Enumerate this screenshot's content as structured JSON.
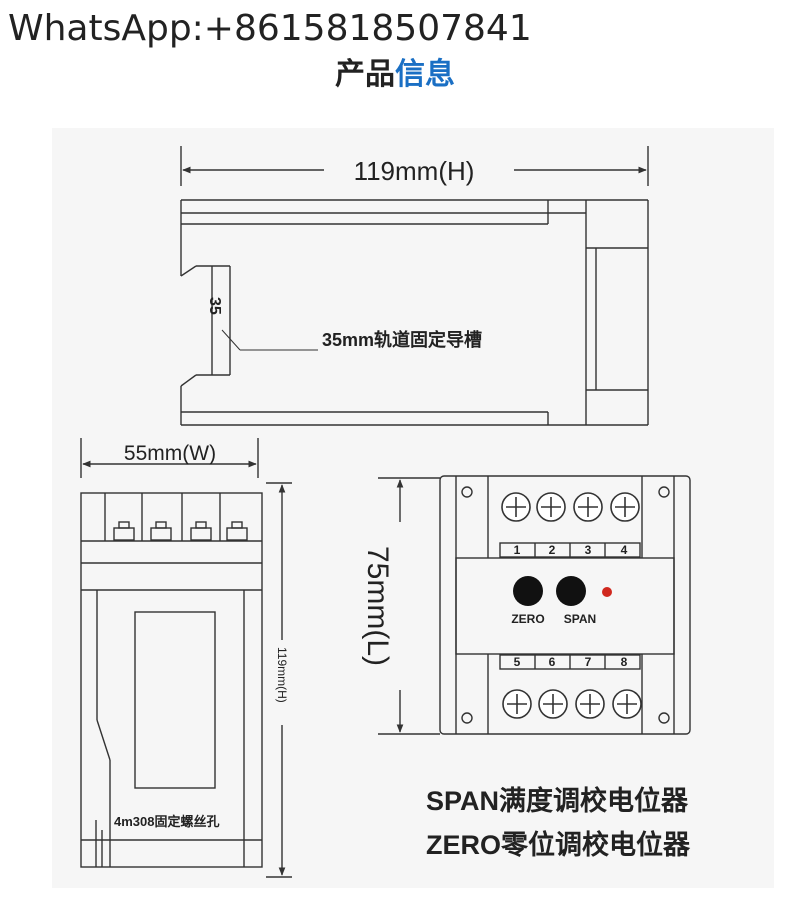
{
  "header": {
    "contact": "WhatsApp:+8615818507841",
    "title_part1": "产品",
    "title_part2": "信息"
  },
  "top_view": {
    "width_dimension": "119mm(H)",
    "rail_height_mark": "35",
    "rail_callout": "35mm轨道固定导槽"
  },
  "side_view": {
    "width_dimension": "55mm(W)",
    "height_dimension": "119mm(H)",
    "screw_hole_callout": "4m308固定螺丝孔"
  },
  "front_view": {
    "length_dimension": "75mm(L)",
    "terminals_top": [
      "1",
      "2",
      "3",
      "4"
    ],
    "terminals_bottom": [
      "5",
      "6",
      "7",
      "8"
    ],
    "zero_label": "ZERO",
    "span_label": "SPAN"
  },
  "legend": {
    "span_line": "SPAN满度调校电位器",
    "zero_line": "ZERO零位调校电位器"
  },
  "colors": {
    "title_dark": "#222222",
    "title_blue": "#1a6fc4",
    "led": "#d0281e",
    "line": "#333333"
  }
}
